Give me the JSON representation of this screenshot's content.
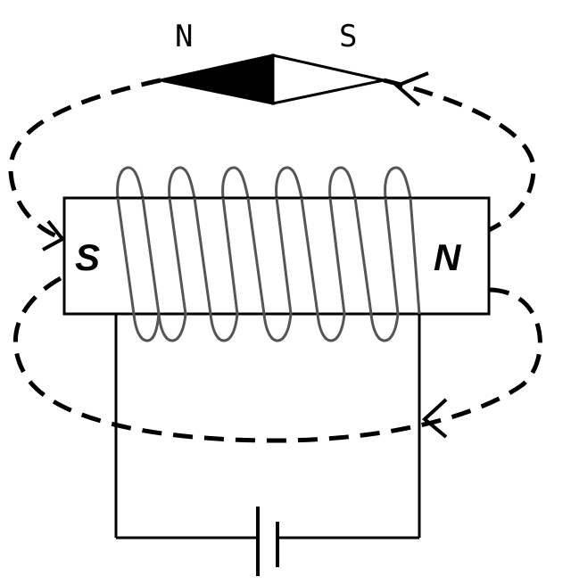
{
  "compass": {
    "north_label": "N",
    "south_label": "S"
  },
  "core": {
    "left_pole_label": "S",
    "right_pole_label": "N"
  },
  "colors": {
    "ink": "#000000",
    "coil": "#555555",
    "background": "#ffffff"
  }
}
